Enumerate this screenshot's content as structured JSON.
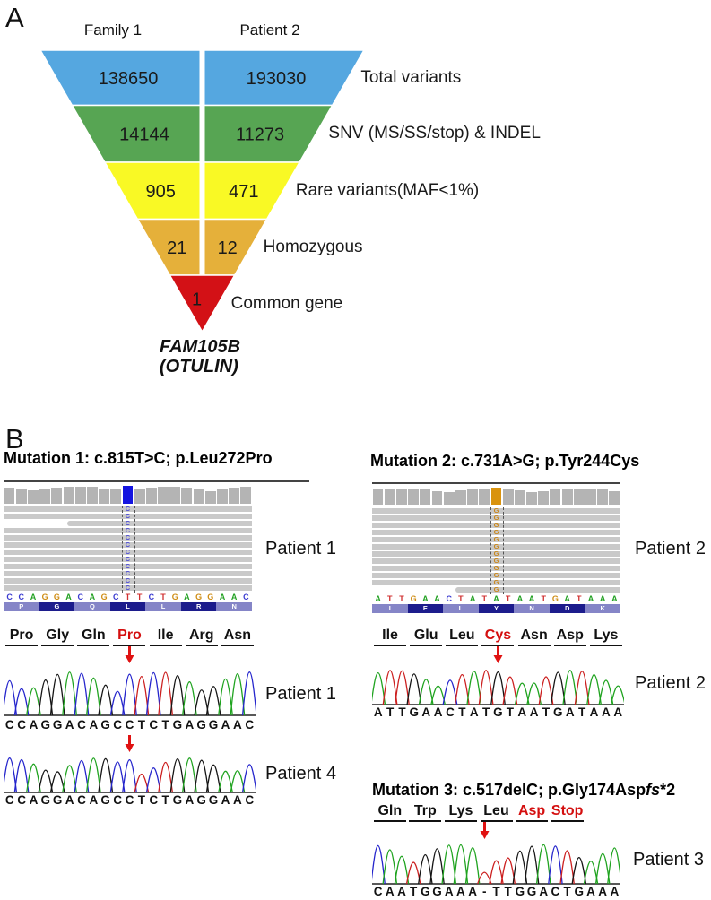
{
  "figure": {
    "panel_a": {
      "label": "A",
      "col_headers": [
        "Family 1",
        "Patient 2"
      ],
      "funnel_rows": [
        {
          "left": "138650",
          "right": "193030",
          "label": "Total variants",
          "color": "#55a7e0"
        },
        {
          "left": "14144",
          "right": "11273",
          "label": "SNV (MS/SS/stop) & INDEL",
          "color": "#57a553"
        },
        {
          "left": "905",
          "right": "471",
          "label": "Rare variants(MAF<1%)",
          "color": "#f9f925"
        },
        {
          "left": "21",
          "right": "12",
          "label": "Homozygous",
          "color": "#e5b03a"
        },
        {
          "left": "1",
          "right": null,
          "label": "Common gene",
          "color": "#d31116"
        }
      ],
      "gene": "FAM105B",
      "gene_alias": "(OTULIN)"
    },
    "panel_b": {
      "label": "B",
      "base_colors_ref": {
        "A": "#23a123",
        "C": "#3b3bd0",
        "G": "#cf8d15",
        "T": "#d03030"
      },
      "trace_colors": {
        "A": "#1fa31f",
        "C": "#2525cc",
        "G": "#151515",
        "T": "#cc2020",
        "-": "#cc2020"
      },
      "mutations": [
        {
          "id": "m1",
          "title": "Mutation 1: c.815T>C; p.Leu272Pro",
          "igv": {
            "patient": "Patient 1",
            "reference": "CCAGGACAGCTTCTGAGGAAC",
            "aa_track": [
              "P",
              "G",
              "Q",
              "L",
              "L",
              "R",
              "N"
            ],
            "mut_index": 10,
            "read_base": "C",
            "coverage_mut_color": "#1414e0",
            "read_base_color": "#4a4ad6"
          },
          "sanger": [
            {
              "patient": "Patient 1",
              "aa_labels": [
                {
                  "text": "Pro"
                },
                {
                  "text": "Gly"
                },
                {
                  "text": "Gln"
                },
                {
                  "text": "Pro",
                  "red": true
                },
                {
                  "text": "Ile"
                },
                {
                  "text": "Arg"
                },
                {
                  "text": "Asn"
                }
              ],
              "sequence": "CCAGGACAGCCTCTGAGGAAC",
              "mut_index": 10
            },
            {
              "patient": "Patient 4",
              "aa_labels": null,
              "sequence": "CCAGGACAGCCTCTGAGGAAC",
              "mut_index": 10
            }
          ]
        },
        {
          "id": "m2",
          "title": "Mutation 2: c.731A>G; p.Tyr244Cys",
          "igv": {
            "patient": "Patient 2",
            "reference": "ATTGAACTATATAATGATAAA",
            "aa_track": [
              "I",
              "E",
              "L",
              "Y",
              "N",
              "D",
              "K"
            ],
            "mut_index": 10,
            "read_base": "G",
            "coverage_mut_color": "#d9930e",
            "read_base_color": "#c9861a"
          },
          "sanger": [
            {
              "patient": "Patient 2",
              "aa_labels": [
                {
                  "text": "Ile"
                },
                {
                  "text": "Glu"
                },
                {
                  "text": "Leu"
                },
                {
                  "text": "Cys",
                  "red": true
                },
                {
                  "text": "Asn"
                },
                {
                  "text": "Asp"
                },
                {
                  "text": "Lys"
                }
              ],
              "sequence": "ATTGAACTATGTAATGATAAA",
              "mut_index": 10
            }
          ]
        },
        {
          "id": "m3",
          "title_parts": [
            {
              "text": "Mutation 3: c.517delC; p.Gly174Asp"
            },
            {
              "text": "fs",
              "italic": true
            },
            {
              "text": "*2"
            }
          ],
          "sanger": [
            {
              "patient": "Patient 3",
              "aa_labels": [
                {
                  "text": "Gln"
                },
                {
                  "text": "Trp"
                },
                {
                  "text": "Lys"
                },
                {
                  "text": "Leu"
                },
                {
                  "text": "Asp",
                  "red": true
                },
                {
                  "text": "Stop",
                  "red": true
                }
              ],
              "sequence": "CAATGGAAA-TTGGACTGAAA",
              "mut_index": 9
            }
          ]
        }
      ]
    }
  }
}
